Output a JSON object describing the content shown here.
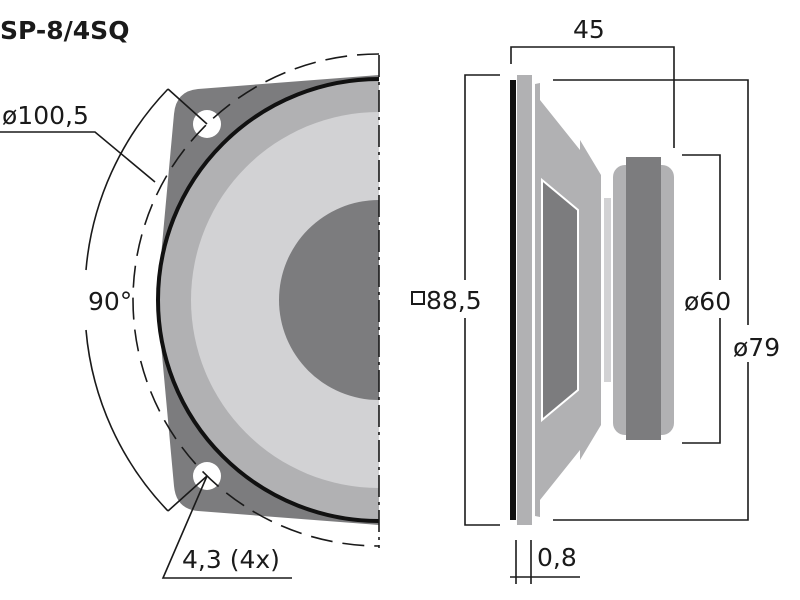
{
  "title": "SP-8/4SQ",
  "front_view": {
    "diameter_label": "ø100,5",
    "angle_label": "90°",
    "hole_label": "4,3 (4x)"
  },
  "side_view": {
    "depth_label": "45",
    "square_label": "88,5",
    "magnet_label": "ø60",
    "basket_label": "ø79",
    "thickness_label": "0,8"
  },
  "colors": {
    "dark": "#7c7c7e",
    "mid": "#b1b1b3",
    "light": "#d2d2d4",
    "line": "#1a1a1a"
  }
}
